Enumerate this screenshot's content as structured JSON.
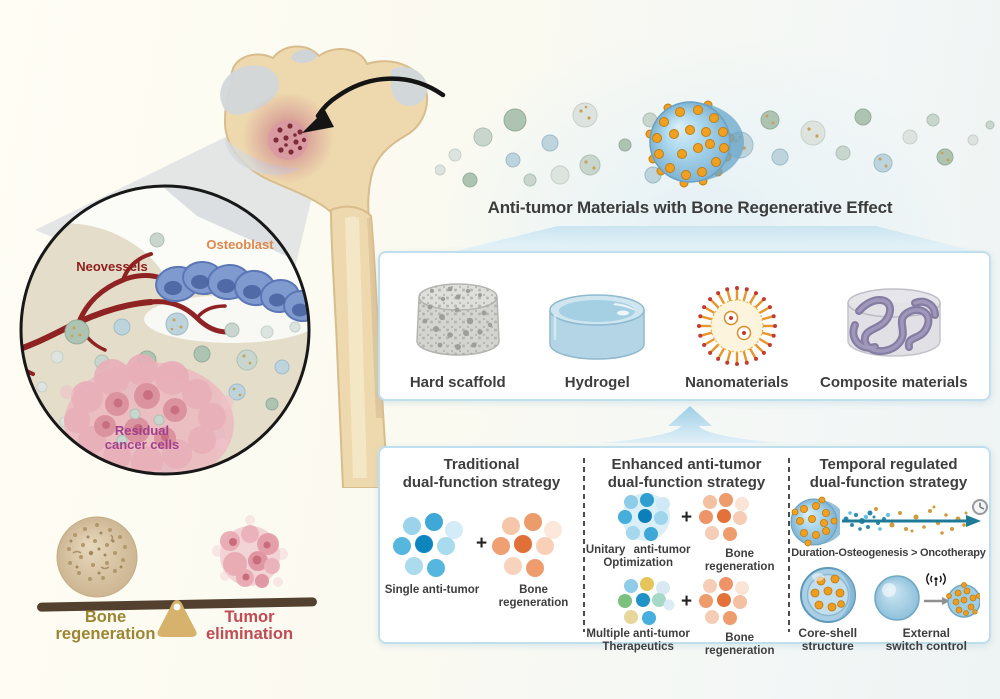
{
  "colors": {
    "title-text": "#3c3c3c",
    "label-dark": "#3e3e3e",
    "box-border": "#c0dfee",
    "dash-separator": "#4c4c4c",
    "beam-brown": "#53402e",
    "neovessels-label": "#8e1e1e",
    "osteoblast-label": "#e0874c",
    "cancer-label": "#a1418e",
    "bone-regen-label": "#9d8532",
    "tumor-elim-label": "#c24a52",
    "timeline-teal": "#1e7a96",
    "nanoparticle-orange": "#ef9d1e",
    "sphere-blue": "#9fd0e8"
  },
  "hero": {
    "title": "Anti-tumor Materials with Bone Regenerative Effect"
  },
  "inset": {
    "neovessels": "Neovessels",
    "osteoblast": "Osteoblast",
    "cancer_line1": "Residual",
    "cancer_line2": "cancer cells"
  },
  "balance": {
    "left_line1": "Bone",
    "left_line2": "regeneration",
    "right_line1": "Tumor",
    "right_line2": "elimination"
  },
  "materials": {
    "items": [
      {
        "label": "Hard scaffold"
      },
      {
        "label": "Hydrogel"
      },
      {
        "label": "Nanomaterials"
      },
      {
        "label": "Composite materials"
      }
    ]
  },
  "strategies": {
    "traditional": {
      "title1": "Traditional",
      "title2": "dual-function strategy",
      "plus": "+",
      "label_left": "Single anti-tumor",
      "label_right": "Bone regeneration"
    },
    "enhanced": {
      "title1": "Enhanced anti-tumor",
      "title2": "dual-function strategy",
      "plus1": "+",
      "plus2": "+",
      "row1_left1": "Unitary anti-tumor",
      "row1_left2": "Optimization",
      "row1_right": "Bone regeneration",
      "row2_left1": "Multiple anti-tumor",
      "row2_left2": "Therapeutics",
      "row2_right": "Bone regeneration"
    },
    "temporal": {
      "title1": "Temporal regulated",
      "title2": "dual-function strategy",
      "row1_label": "Duration-Osteogenesis > Oncotherapy",
      "core_line1": "Core-shell",
      "core_line2": "structure",
      "ext_line1": "External",
      "ext_line2": "switch control"
    }
  },
  "icons": {
    "clock": "clock-icon",
    "signal": "wireless-signal-icon",
    "curved_arrow": "curved-arrow-icon",
    "up_arrow": "up-arrow-icon",
    "timeline_arrow": "timeline-arrow-icon"
  }
}
